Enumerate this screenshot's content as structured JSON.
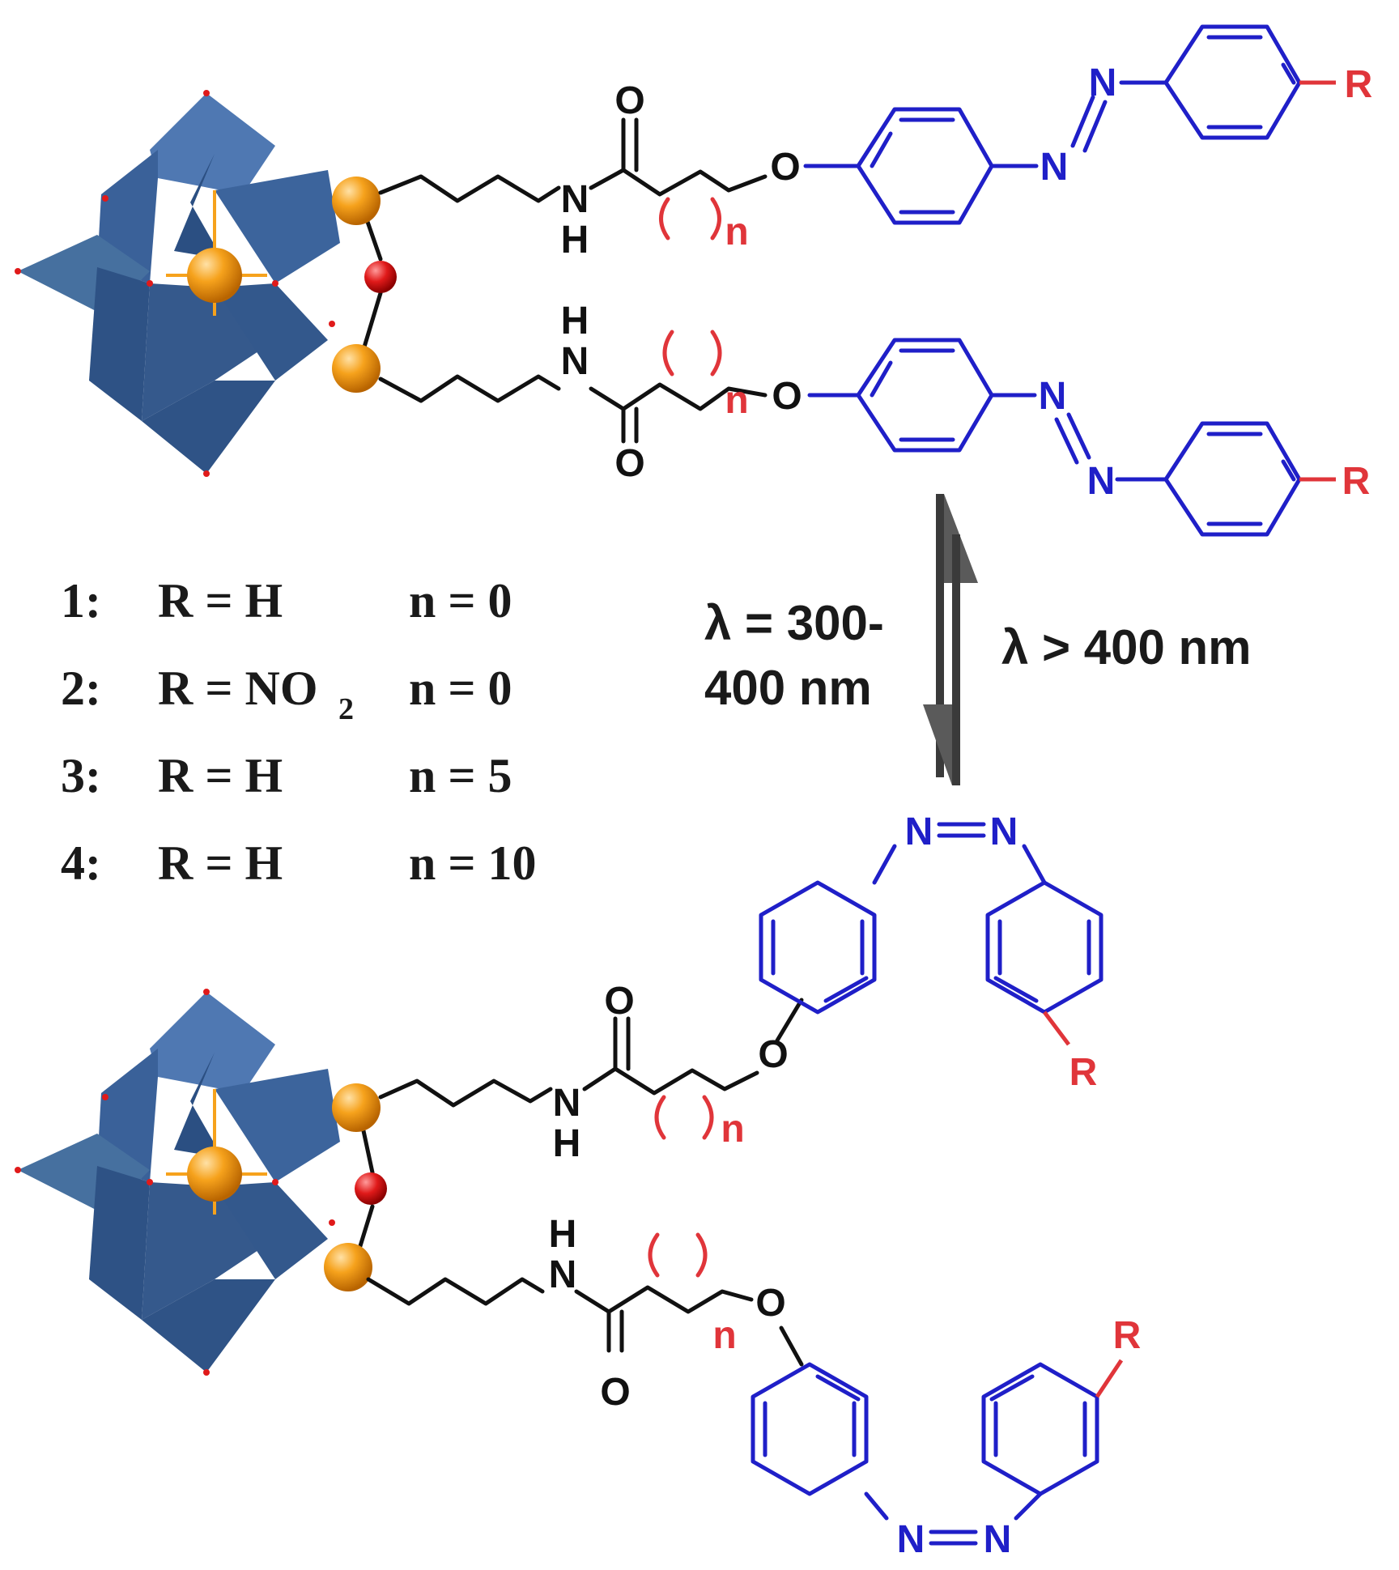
{
  "atoms": {
    "oxygen": "O",
    "nitrogen": "N",
    "hydrogen": "H",
    "r_group": "R",
    "repeat_n": "n"
  },
  "legend": [
    {
      "id": "1:",
      "r_label": "R = H",
      "n_label": "n = 0"
    },
    {
      "id": "2:",
      "r_label": "R = NO",
      "r_sub": "2",
      "n_label": "n = 0"
    },
    {
      "id": "3:",
      "r_label": "R = H",
      "n_label": "n = 5"
    },
    {
      "id": "4:",
      "r_label": "R = H",
      "n_label": "n = 10"
    }
  ],
  "conditions": {
    "forward_line1": "λ = 300-",
    "forward_line2": "400 nm",
    "reverse": "λ > 400 nm"
  },
  "colors": {
    "polyhedra": "#3f6aa5",
    "polyhedra_dark": "#2b4f82",
    "metal_sphere": "#f39a12",
    "oxo_sphere": "#e01a1a",
    "azobenzene": "#1f1fc8",
    "r_group": "#e0353a",
    "linker": "#111111"
  }
}
